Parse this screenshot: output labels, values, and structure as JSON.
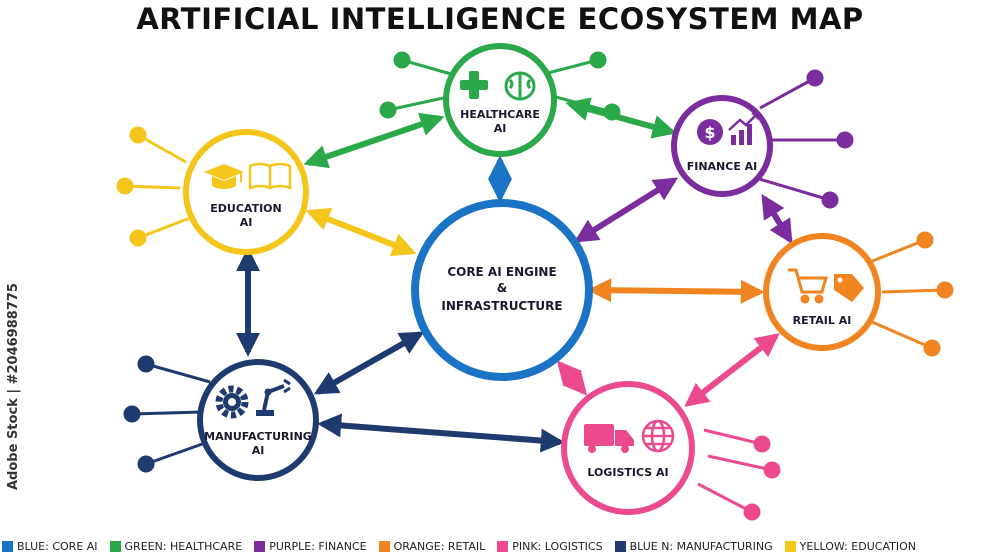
{
  "title": "ARTIFICIAL INTELLIGENCE ECOSYSTEM MAP",
  "watermark": "Adobe Stock | #2046988775",
  "nodes": {
    "core": {
      "line1": "CORE AI ENGINE",
      "line2": "&",
      "line3": "INFRASTRUCTURE",
      "color": "#1a73c4"
    },
    "healthcare": {
      "line1": "HEALTHCARE",
      "line2": "AI",
      "color": "#2aa84a",
      "icons": [
        "medical-cross-icon",
        "brain-icon"
      ]
    },
    "finance": {
      "line1": "FINANCE AI",
      "color": "#7b2d9e",
      "icons": [
        "dollar-icon",
        "growth-chart-icon"
      ]
    },
    "education": {
      "line1": "EDUCATION",
      "line2": "AI",
      "color": "#f4c51b",
      "icons": [
        "graduation-cap-icon",
        "open-book-icon"
      ]
    },
    "retail": {
      "line1": "RETAIL AI",
      "color": "#f08421",
      "icons": [
        "shopping-cart-icon",
        "price-tag-icon"
      ]
    },
    "logistics": {
      "line1": "LOGISTICS AI",
      "color": "#ec4a8f",
      "icons": [
        "delivery-truck-icon",
        "globe-icon"
      ]
    },
    "manufacturing": {
      "line1": "MANUFACTURING",
      "line2": "AI",
      "color": "#1e3a6e",
      "icons": [
        "gear-icon",
        "robot-arm-icon"
      ]
    }
  },
  "legend": [
    {
      "label": "BLUE: CORE AI",
      "color": "#1a73c4"
    },
    {
      "label": "GREEN: HEALTHCARE",
      "color": "#2aa84a"
    },
    {
      "label": "PURPLE: FINANCE",
      "color": "#7b2d9e"
    },
    {
      "label": "ORANGE: RETAIL",
      "color": "#f08421"
    },
    {
      "label": "PINK: LOGISTICS",
      "color": "#ec4a8f"
    },
    {
      "label": "BLUE N: MANUFACTURING",
      "color": "#1e3a6e"
    },
    {
      "label": "YELLOW: EDUCATION",
      "color": "#f4c51b"
    }
  ]
}
